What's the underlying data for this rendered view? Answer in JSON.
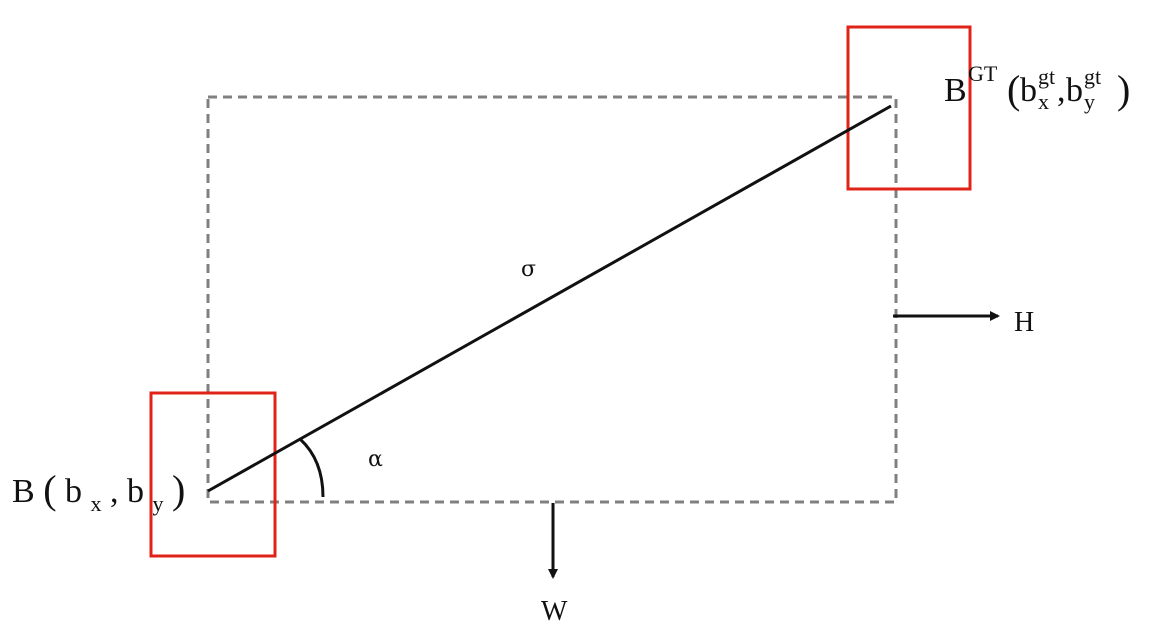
{
  "labels": {
    "predicted_box": {
      "base": "B",
      "open": "(",
      "x_base": "b",
      "x_sub": "x",
      "sep": ",",
      "y_base": "b",
      "y_sub": "y",
      "close": ")"
    },
    "gt_box": {
      "base": "B",
      "sup": "GT",
      "open": "(",
      "x_base": "b",
      "x_sup": "gt",
      "x_sub": "x",
      "sep": ",",
      "y_base": "b",
      "y_sup": "gt",
      "y_sub": "y",
      "close": ")"
    },
    "distance": "σ",
    "angle": "α",
    "height": "H",
    "width": "W"
  },
  "colors": {
    "box_stroke": "#e02318",
    "dashed_stroke": "#808080",
    "line_stroke": "#111111"
  }
}
